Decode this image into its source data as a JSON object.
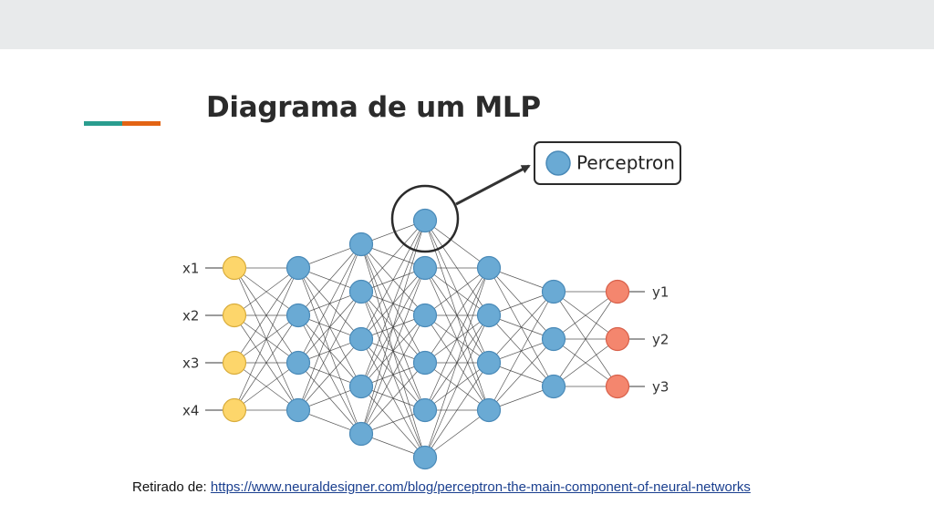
{
  "slide": {
    "title": "Diagrama de um MLP",
    "caption_prefix": "Retirado de:",
    "caption_link": "https://www.neuraldesigner.com/blog/perceptron-the-main-component-of-neural-networks"
  },
  "diagram": {
    "callout_label": "Perceptron",
    "layers": [
      {
        "role": "input",
        "size": 4,
        "color": "#fdd66b",
        "labels": [
          "x1",
          "x2",
          "x3",
          "x4"
        ]
      },
      {
        "role": "hidden",
        "size": 4,
        "color": "#6aaad4"
      },
      {
        "role": "hidden",
        "size": 5,
        "color": "#6aaad4"
      },
      {
        "role": "hidden",
        "size": 6,
        "color": "#6aaad4"
      },
      {
        "role": "hidden",
        "size": 4,
        "color": "#6aaad4"
      },
      {
        "role": "hidden",
        "size": 3,
        "color": "#6aaad4"
      },
      {
        "role": "output",
        "size": 3,
        "color": "#f4866e",
        "labels": [
          "y1",
          "y2",
          "y3"
        ]
      }
    ],
    "highlighted": {
      "layer": 3,
      "node": 0
    }
  },
  "colors": {
    "accent_teal": "#2a9d8f",
    "accent_orange": "#e36414",
    "edge": "#3a3a3a"
  }
}
